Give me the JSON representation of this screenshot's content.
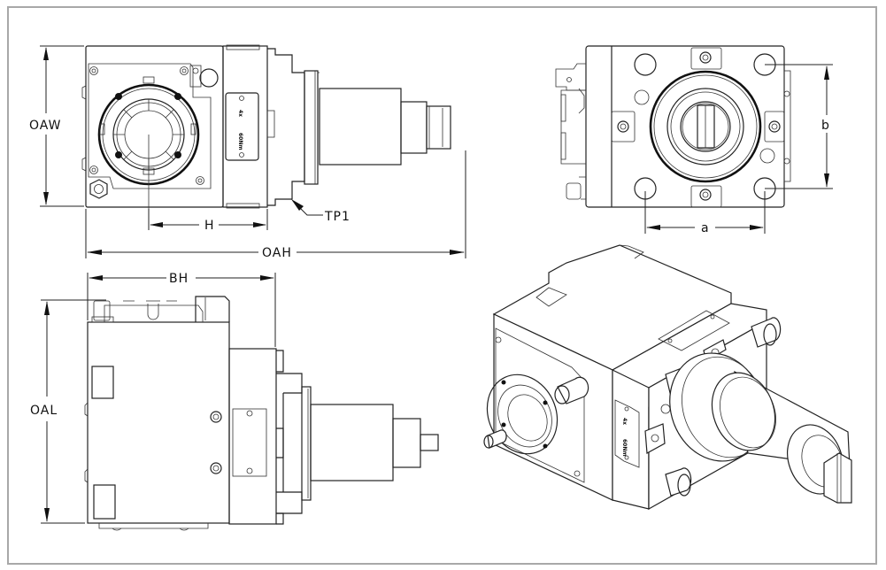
{
  "drawing": {
    "title": "Angled live tool holder dimension drawing",
    "views": [
      "front-view",
      "end-view",
      "side-view",
      "isometric-view"
    ]
  },
  "dimensions": {
    "oaw": "OAW",
    "oah": "OAH",
    "h": "H",
    "tp1": "TP1",
    "a": "a",
    "b": "b",
    "bh": "BH",
    "oal": "OAL"
  },
  "nameplate": {
    "line1": "4x",
    "line2": "60Nm"
  },
  "colors": {
    "frame_border": "#a8a8a8",
    "line": "#222222",
    "background": "#ffffff"
  }
}
